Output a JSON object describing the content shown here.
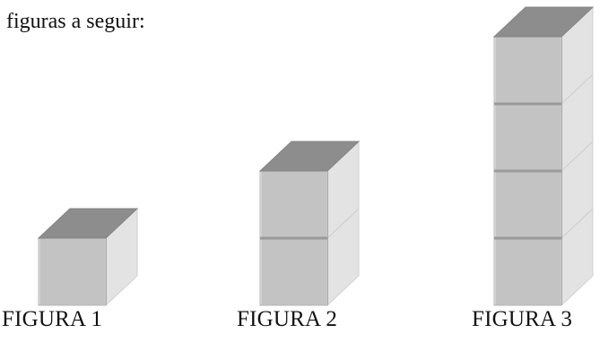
{
  "intro_text": "figuras a seguir:",
  "figures": [
    {
      "caption": "FIGURA 1",
      "cubes": 1
    },
    {
      "caption": "FIGURA 2",
      "cubes": 2
    },
    {
      "caption": "FIGURA 3",
      "cubes": 4
    }
  ],
  "colors": {
    "front": "#c3c3c3",
    "side": "#e3e3e3",
    "top": "#8d8d8d",
    "seam": "#9a9a9a"
  }
}
